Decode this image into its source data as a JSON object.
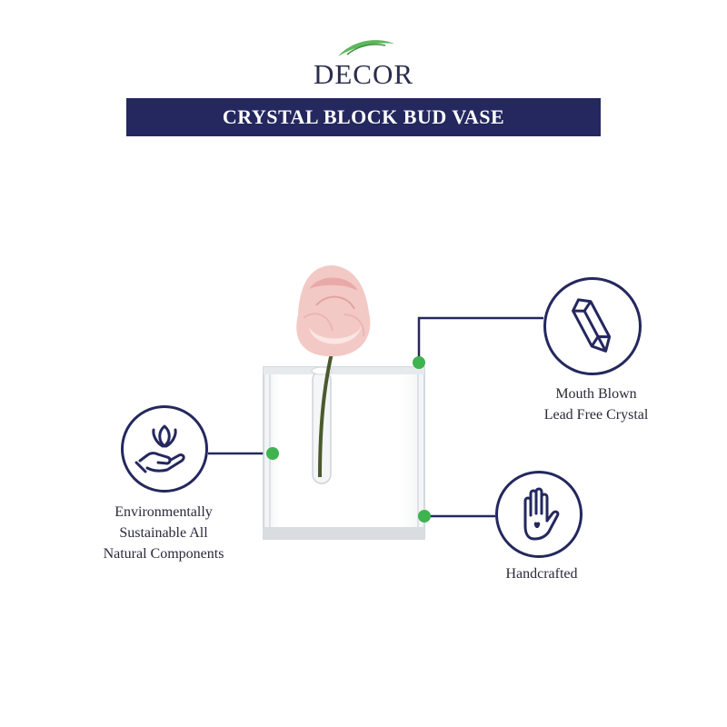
{
  "brand": {
    "logo_text": "DECOR"
  },
  "banner": {
    "title": "CRYSTAL BLOCK BUD VASE"
  },
  "features": [
    {
      "label_lines": [
        "Environmentally",
        "Sustainable All",
        "Natural Components"
      ],
      "icon": "leaf-hand-icon"
    },
    {
      "label_lines": [
        "Mouth Blown",
        "Lead Free Crystal"
      ],
      "icon": "crystal-icon"
    },
    {
      "label_lines": [
        "Handcrafted"
      ],
      "icon": "heart-hand-icon"
    }
  ],
  "colors": {
    "navy": "#24285e",
    "accent_green": "#3fb34f",
    "leaf_green": "#4caf50"
  }
}
